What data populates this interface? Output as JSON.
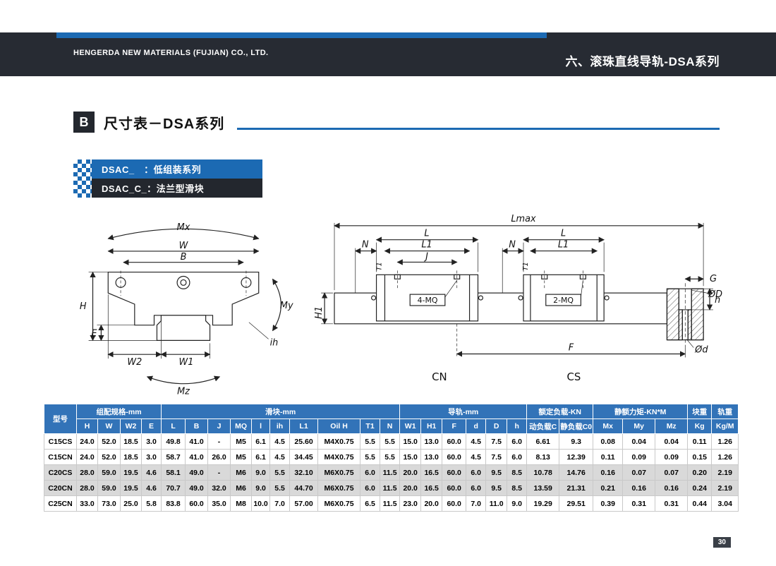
{
  "header": {
    "company": "HENGERDA NEW MATERIALS (FUJIAN) CO., LTD.",
    "title": "六、滚珠直线导轨-DSA系列"
  },
  "section": {
    "badge": "B",
    "title": "尺寸表－DSA系列"
  },
  "legend": {
    "items": [
      {
        "label": "DSAC_　：低组装系列"
      },
      {
        "label": "DSAC_C_：法兰型滑块"
      }
    ]
  },
  "colors": {
    "accent_blue": "#1c6ab3",
    "table_header_blue": "#3273b8",
    "dark_band": "#272b33",
    "row_shade": "#d9d9d9"
  },
  "diagrams": {
    "left": {
      "mx": "Mx",
      "w": "W",
      "b": "B",
      "h": "H",
      "e": "E",
      "w2": "W2",
      "w1": "W1",
      "my": "My",
      "mz": "Mz",
      "ih": "ih"
    },
    "right": {
      "lmax": "Lmax",
      "h1": "H1",
      "n_left": "N",
      "l_left": "L",
      "l1_left": "L1",
      "j": "J",
      "t1_left": "T1",
      "mq4": "4-MQ",
      "n_right": "N",
      "l_right": "L",
      "l1_right": "L1",
      "t1_right": "T1",
      "mq2": "2-MQ",
      "g": "G",
      "dd": "ØD",
      "h": "h",
      "d": "Ød",
      "f": "F",
      "cn": "CN",
      "cs": "CS"
    }
  },
  "table": {
    "model_header": "型号",
    "groups": [
      {
        "label": "组配规格-mm",
        "cols": [
          "H",
          "W",
          "W2",
          "E"
        ]
      },
      {
        "label": "滑块-mm",
        "cols": [
          "L",
          "B",
          "J",
          "MQ",
          "l",
          "ih",
          "L1",
          "Oil H",
          "T1",
          "N"
        ]
      },
      {
        "label": "导轨-mm",
        "cols": [
          "W1",
          "H1",
          "F",
          "d",
          "D",
          "h"
        ]
      },
      {
        "label": "额定负载-KN",
        "cols": [
          "动负载C",
          "静负载C0"
        ]
      },
      {
        "label": "静额力矩-KN*M",
        "cols": [
          "Mx",
          "My",
          "Mz"
        ]
      },
      {
        "label": "块重",
        "cols": [
          "Kg"
        ]
      },
      {
        "label": "轨重",
        "cols": [
          "Kg/M"
        ]
      }
    ],
    "rows": [
      {
        "model": "C15CS",
        "shaded": false,
        "values": [
          "24.0",
          "52.0",
          "18.5",
          "3.0",
          "49.8",
          "41.0",
          "-",
          "M5",
          "6.1",
          "4.5",
          "25.60",
          "M4X0.75",
          "5.5",
          "5.5",
          "15.0",
          "13.0",
          "60.0",
          "4.5",
          "7.5",
          "6.0",
          "6.61",
          "9.3",
          "0.08",
          "0.04",
          "0.04",
          "0.11",
          "1.26"
        ]
      },
      {
        "model": "C15CN",
        "shaded": false,
        "values": [
          "24.0",
          "52.0",
          "18.5",
          "3.0",
          "58.7",
          "41.0",
          "26.0",
          "M5",
          "6.1",
          "4.5",
          "34.45",
          "M4X0.75",
          "5.5",
          "5.5",
          "15.0",
          "13.0",
          "60.0",
          "4.5",
          "7.5",
          "6.0",
          "8.13",
          "12.39",
          "0.11",
          "0.09",
          "0.09",
          "0.15",
          "1.26"
        ]
      },
      {
        "model": "C20CS",
        "shaded": true,
        "values": [
          "28.0",
          "59.0",
          "19.5",
          "4.6",
          "58.1",
          "49.0",
          "-",
          "M6",
          "9.0",
          "5.5",
          "32.10",
          "M6X0.75",
          "6.0",
          "11.5",
          "20.0",
          "16.5",
          "60.0",
          "6.0",
          "9.5",
          "8.5",
          "10.78",
          "14.76",
          "0.16",
          "0.07",
          "0.07",
          "0.20",
          "2.19"
        ]
      },
      {
        "model": "C20CN",
        "shaded": true,
        "values": [
          "28.0",
          "59.0",
          "19.5",
          "4.6",
          "70.7",
          "49.0",
          "32.0",
          "M6",
          "9.0",
          "5.5",
          "44.70",
          "M6X0.75",
          "6.0",
          "11.5",
          "20.0",
          "16.5",
          "60.0",
          "6.0",
          "9.5",
          "8.5",
          "13.59",
          "21.31",
          "0.21",
          "0.16",
          "0.16",
          "0.24",
          "2.19"
        ]
      },
      {
        "model": "C25CN",
        "shaded": false,
        "values": [
          "33.0",
          "73.0",
          "25.0",
          "5.8",
          "83.8",
          "60.0",
          "35.0",
          "M8",
          "10.0",
          "7.0",
          "57.00",
          "M6X0.75",
          "6.5",
          "11.5",
          "23.0",
          "20.0",
          "60.0",
          "7.0",
          "11.0",
          "9.0",
          "19.29",
          "29.51",
          "0.39",
          "0.31",
          "0.31",
          "0.44",
          "3.04"
        ]
      }
    ]
  },
  "page_number": "30"
}
